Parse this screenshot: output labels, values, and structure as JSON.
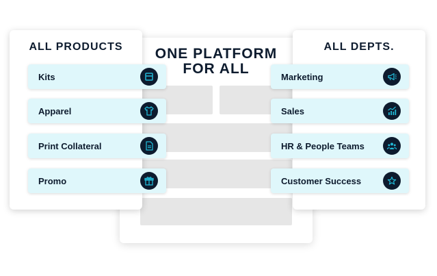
{
  "center": {
    "title_line1": "ONE PLATFORM",
    "title_line2": "FOR ALL"
  },
  "left": {
    "title": "ALL PRODUCTS",
    "items": [
      {
        "label": "Kits",
        "icon": "box-icon"
      },
      {
        "label": "Apparel",
        "icon": "tshirt-icon"
      },
      {
        "label": "Print Collateral",
        "icon": "document-icon"
      },
      {
        "label": "Promo",
        "icon": "gift-icon"
      }
    ]
  },
  "right": {
    "title": "ALL DEPTS.",
    "items": [
      {
        "label": "Marketing",
        "icon": "megaphone-icon"
      },
      {
        "label": "Sales",
        "icon": "trend-chart-icon"
      },
      {
        "label": "HR & People Teams",
        "icon": "people-icon"
      },
      {
        "label": "Customer Success",
        "icon": "star-badge-icon"
      }
    ]
  },
  "colors": {
    "navy": "#0d1b2e",
    "item_bg": "#dff7fb",
    "accent": "#21b8d6",
    "placeholder": "#e6e6e6"
  }
}
